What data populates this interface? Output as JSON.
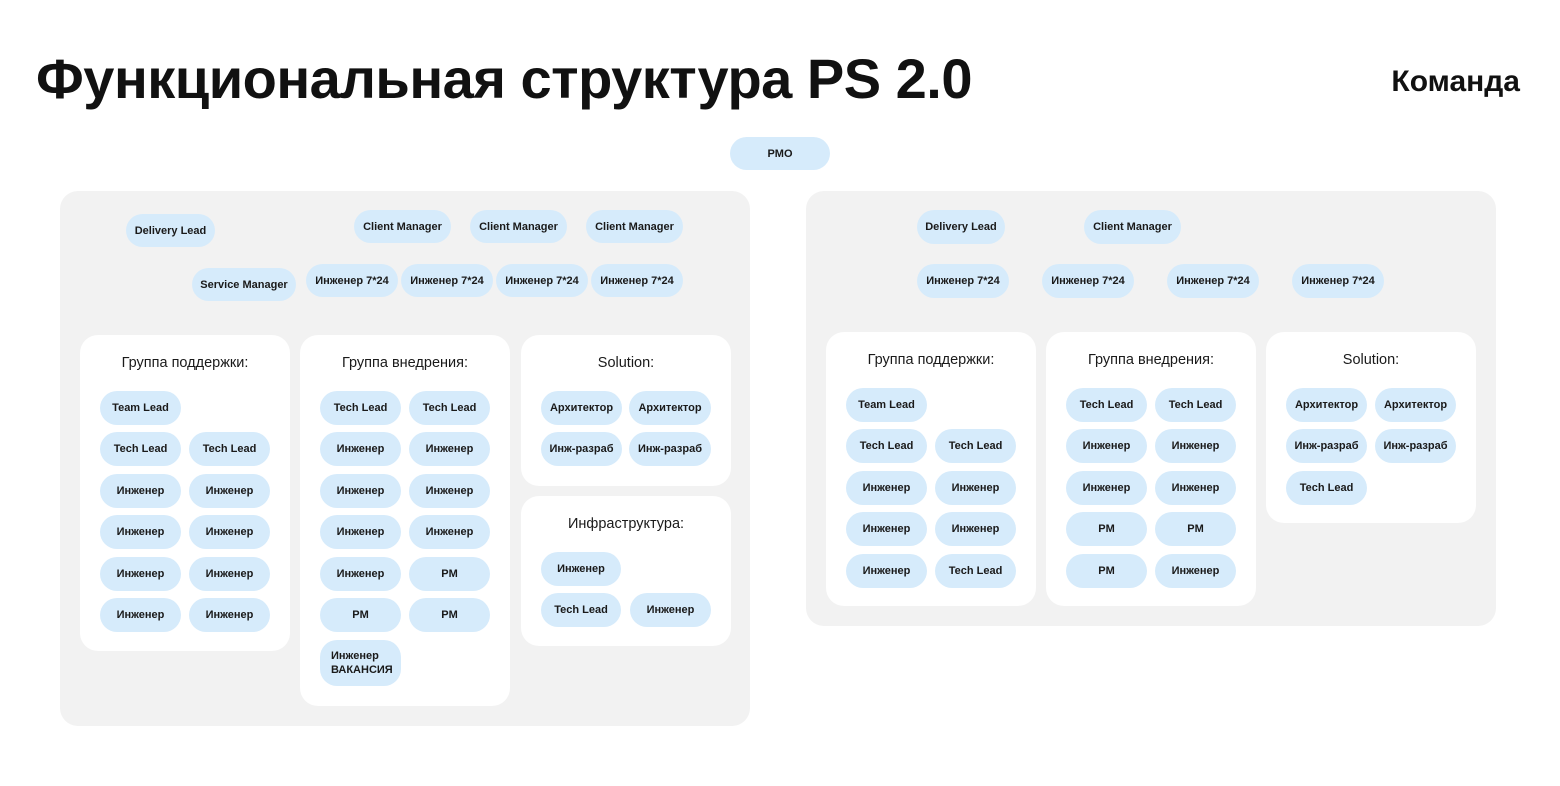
{
  "header": {
    "title": "Функциональная структура PS 2.0",
    "section": "Команда"
  },
  "pmo": "PMO",
  "left_panel": {
    "top_row": [
      "Delivery Lead",
      "Client Manager",
      "Client Manager",
      "Client Manager"
    ],
    "second_row": [
      "Service Manager",
      "Инженер 7*24",
      "Инженер 7*24",
      "Инженер 7*24",
      "Инженер 7*24"
    ],
    "support_group": {
      "title": "Группа поддержки:",
      "members": [
        "Team Lead",
        "Tech Lead",
        "Tech Lead",
        "Инженер",
        "Инженер",
        "Инженер",
        "Инженер",
        "Инженер",
        "Инженер",
        "Инженер",
        "Инженер"
      ]
    },
    "implementation_group": {
      "title": "Группа внедрения:",
      "members": [
        "Tech Lead",
        "Tech Lead",
        "Инженер",
        "Инженер",
        "Инженер",
        "Инженер",
        "Инженер",
        "Инженер",
        "Инженер",
        "PM",
        "PM",
        "PM",
        "Инженер ВАКАНСИЯ"
      ]
    },
    "solution_group": {
      "title": "Solution:",
      "members": [
        "Архитектор",
        "Архитектор",
        "Инж-разраб",
        "Инж-разраб"
      ]
    },
    "infrastructure_group": {
      "title": "Инфраструктура:",
      "members": [
        "Инженер",
        "Tech Lead",
        "Инженер"
      ]
    }
  },
  "right_panel": {
    "top_row": [
      "Delivery Lead",
      "Client Manager"
    ],
    "second_row": [
      "Инженер 7*24",
      "Инженер 7*24",
      "Инженер 7*24",
      "Инженер 7*24"
    ],
    "support_group": {
      "title": "Группа поддержки:",
      "members": [
        "Team Lead",
        "Tech Lead",
        "Tech Lead",
        "Инженер",
        "Инженер",
        "Инженер",
        "Инженер",
        "Инженер",
        "Tech Lead"
      ]
    },
    "implementation_group": {
      "title": "Группа внедрения:",
      "members": [
        "Tech Lead",
        "Tech Lead",
        "Инженер",
        "Инженер",
        "Инженер",
        "Инженер",
        "PM",
        "PM",
        "PM",
        "Инженер"
      ]
    },
    "solution_group": {
      "title": "Solution:",
      "members": [
        "Архитектор",
        "Архитектор",
        "Инж-разраб",
        "Инж-разраб",
        "Tech Lead"
      ]
    }
  },
  "colors": {
    "pill_bg": "#d6ebfb",
    "panel_bg": "#f2f2f2",
    "card_bg": "#ffffff",
    "text": "#111111"
  }
}
